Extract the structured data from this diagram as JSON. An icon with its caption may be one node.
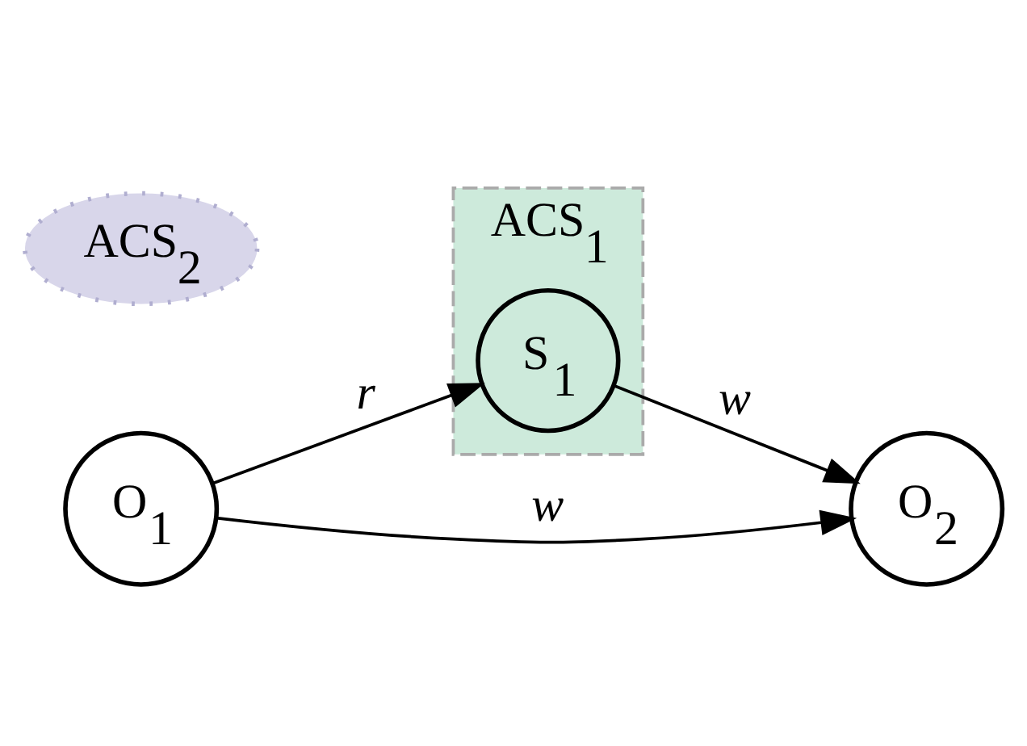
{
  "diagram": {
    "nodes": [
      {
        "text": [
          "ACS$_{1}$"
        ]
      },
      {
        "text": [
          "S$_{1}$"
        ],
        "in": 0
      },
      {
        "text": [
          "O$_{1}$"
        ]
      },
      {
        "text": [
          "O$_{2}$"
        ]
      },
      {
        "text": [
          "ACS$_{2}$"
        ]
      }
    ],
    "edges": [
      {
        "from": 2,
        "to": 1,
        "arrow": "to",
        "label": "r"
      },
      {
        "from": 2,
        "to": 3,
        "arrow": "to",
        "label": "w"
      },
      {
        "from": 1,
        "to": 3,
        "arrow": "to",
        "label": "w"
      }
    ]
  }
}
